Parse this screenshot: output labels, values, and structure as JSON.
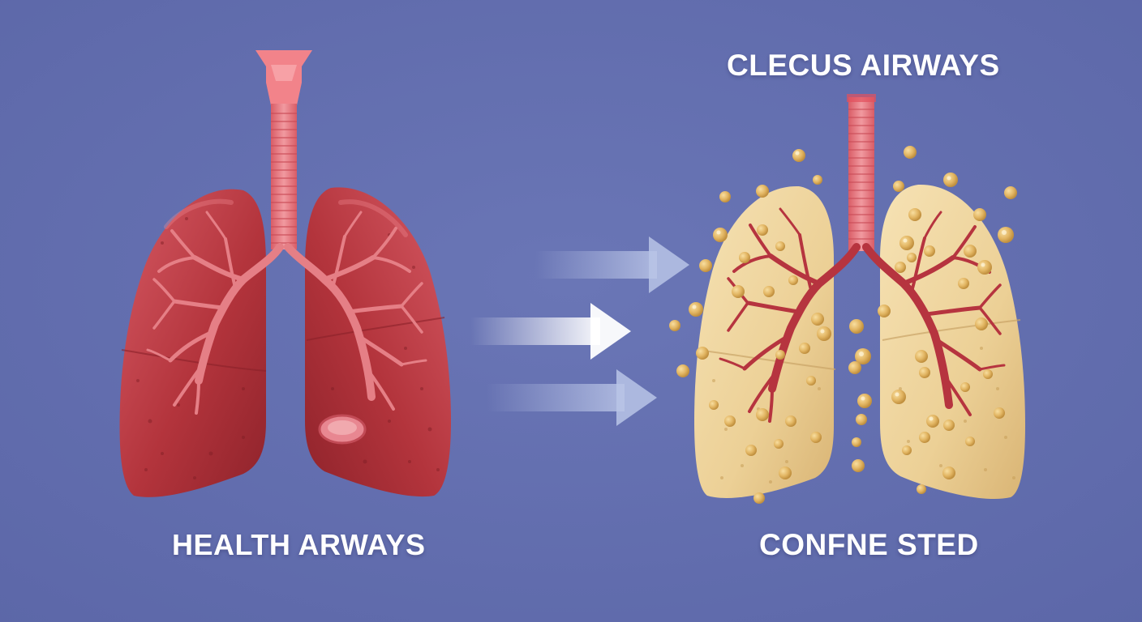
{
  "colors": {
    "background": "#6470b0",
    "healthy_lung": "#b3343c",
    "healthy_lung_light": "#d9606a",
    "healthy_airway": "#e57f86",
    "congested_lung": "#efd49c",
    "congested_airway": "#b6343f",
    "mucus_droplet": "#e0b45e",
    "trachea": "#e76f78",
    "arrow": "#ffffff"
  },
  "labels": {
    "left_bottom": "HEALTH ARWAYS",
    "right_top": "CLECUS AIRWAYS",
    "right_bottom": "CONFNE STED"
  },
  "icons": {
    "healthy_lungs": "healthy-lungs-icon",
    "congested_lungs": "congested-lungs-icon",
    "arrows": "right-arrow-icon"
  }
}
